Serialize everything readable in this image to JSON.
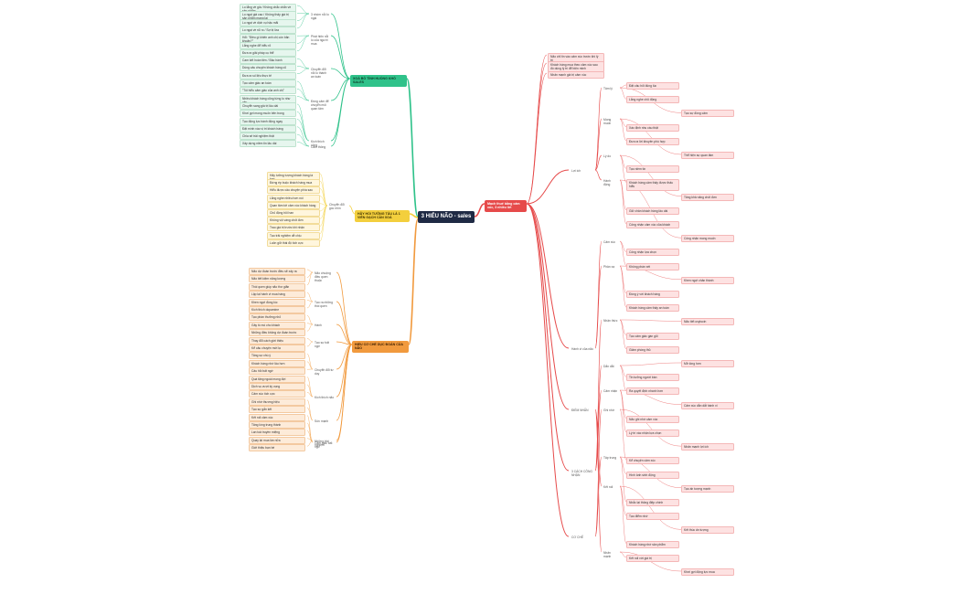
{
  "root": "3 HIỂU NÃO - sales",
  "colors": {
    "green": "#2fc28a",
    "yellow": "#f3cf3d",
    "orange": "#f19a3e",
    "red": "#e64a4a",
    "root": "#1f2a44"
  },
  "branches": {
    "green": {
      "title": "XOÁ BỎ TÌNH HUỐNG KHÓ SALES",
      "l1": [
        "3 nhóm nỗi lo ngại",
        "Phát hiện nỗi lo của người mua",
        "Chuyển đổi nỗi lo thành an toàn",
        "Đồng cảm để chuyển mối quan tâm",
        "Kích thích cộng",
        "Cảm thông"
      ],
      "leaves": [
        "Lo lắng về giá / Không chắc chắn về sản phẩm",
        "Lo ngại giá cao / Không thấy giá trị sản phẩm mang lại",
        "Lo ngại về dịch vụ hậu mãi",
        "Lo ngại về rủi ro / Sợ bị lừa",
        "Hỏi: \"Điều gì khiến anh chị còn băn khoăn?\"",
        "Lắng nghe để hiểu rõ",
        "Đưa ra giải pháp cụ thể",
        "Cam kết hoàn tiền / Bảo hành",
        "Dùng câu chuyện khách hàng cũ",
        "Đưa ra số liệu thực tế",
        "Tạo cảm giác an toàn",
        "\"Tôi hiểu cảm giác của anh chị\"",
        "Nhiều khách hàng cũng từng lo như vậy",
        "Chuyển sang giá trị lâu dài",
        "Khơi gợi mong muốn bên trong",
        "Tạo động lực hành động ngay",
        "Đặt mình vào vị trí khách hàng",
        "Chia sẻ trải nghiệm thật",
        "Xây dựng niềm tin lâu dài"
      ]
    },
    "yellow": {
      "title": "HÃY HỐI TƯỞNG TÂU LÀ 1 VIÊN GẠCH CẦN XOÁ",
      "l1": [
        "Chuyển đổi góc nhìn"
      ],
      "leaves": [
        "Hãy tưởng tượng khách hàng là bạn",
        "Đừng ép buộc khách hàng mua",
        "Hiểu được câu chuyện phía sau",
        "Lắng nghe nhiều hơn nói",
        "Quan tâm tới cảm xúc khách hàng",
        "Chủ động hỏi han",
        "Không vội vàng chốt đơn",
        "Trao giá trị trước khi nhận",
        "Tạo trải nghiệm dễ chịu",
        "Luôn giữ thái độ tích cực"
      ]
    },
    "orange": {
      "title": "HIỂU CƠ CHẾ DỤC ĐOÁN CỦA NÃO",
      "l1": [
        "Não chuộng điều quen thuộc",
        "Tạo ra những thói quen",
        "Hành",
        "Tạo sự bất ngờ",
        "Chuyển đổi tư duy",
        "Kích thích não",
        "Sức mạnh",
        "Cảm giác bất ngờ",
        "Những trải nghiệm"
      ],
      "leaves": [
        "Não dự đoán trước điều sẽ xảy ra",
        "Não tiết kiệm năng lượng",
        "Thói quen giúp não thư giãn",
        "Lặp lại hành vi mua hàng",
        "Khen ngợi đúng lúc",
        "Kích thích dopamine",
        "Tạo phần thưởng nhỏ",
        "Gây tò mò cho khách",
        "Những điều không dự đoán trước",
        "Thay đổi cách giới thiệu",
        "Kể câu chuyện mới lạ",
        "Tăng sự chú ý",
        "Khách hàng nhớ lâu hơn",
        "Câu hỏi bất ngờ",
        "Quà tặng ngoài mong đợi",
        "Dịch vụ vượt kỳ vọng",
        "Cảm xúc tích cực",
        "Ghi nhớ thương hiệu",
        "Tạo sự gắn kết",
        "Kết nối cảm xúc",
        "Tăng lòng trung thành",
        "Lan toả truyền miệng",
        "Quay lại mua lần nữa",
        "Giới thiệu bạn bè"
      ]
    },
    "red": {
      "title": "Mạch thuế bằng cảm xúc, 3 nhiều lời",
      "top": [
        "Não chỉ tin vào cảm xúc trước khi lý trí",
        "Khách hàng mua theo cảm xúc sau đó dùng lý trí để biện minh",
        "Nhấn mạnh giá trị cảm xúc"
      ],
      "l1": [
        "Lợi ích",
        "Hành vi của não",
        "3 CÁCH CÔNG NHẬN",
        "CƠ CHẾ",
        "ĐIỂM NHẤN"
      ],
      "l2": [
        "Tâm lý",
        "Mong muốn",
        "Lý do",
        "Hành động",
        "Cảm xúc",
        "Phản xạ",
        "Nhận thức",
        "Dẫn dắt",
        "Cảm nhận",
        "Ghi nhớ",
        "Tập trung",
        "Kết nối",
        "Nhấn mạnh"
      ],
      "leaves": [
        "Đặt câu hỏi đúng lúc",
        "Lắng nghe chủ động",
        "Tạo sự đồng cảm",
        "Xác định nhu cầu thật",
        "Đưa ra lời khuyên phù hợp",
        "Thể hiện sự quan tâm",
        "Tạo niềm tin",
        "Khách hàng cảm thấy được thấu hiểu",
        "Tăng khả năng chốt đơn",
        "Giữ chân khách hàng lâu dài",
        "Công nhận cảm xúc của khách",
        "Công nhận mong muốn",
        "Công nhận lựa chọn",
        "Không phán xét",
        "Khen ngợi chân thành",
        "Đồng ý với khách hàng",
        "Khách hàng cảm thấy an toàn",
        "Não tiết oxytocin",
        "Tạo cảm giác gần gũi",
        "Giảm phòng thủ",
        "Mở lòng hơn",
        "Tin tưởng người bán",
        "Ra quyết định nhanh hơn",
        "Cảm xúc dẫn dắt hành vi",
        "Não ghi nhớ cảm xúc",
        "Lý trí xác nhận lựa chọn",
        "Nhấn mạnh lợi ích",
        "Kể chuyện cảm xúc",
        "Hình ảnh sinh động",
        "Tạo ấn tượng mạnh",
        "Nhắc lại thông điệp chính",
        "Tạo điểm nhớ",
        "Kết thúc ấn tượng",
        "Khách hàng nhớ sản phẩm",
        "Kết nối với giá trị",
        "Khơi gợi động lực mua"
      ]
    }
  }
}
